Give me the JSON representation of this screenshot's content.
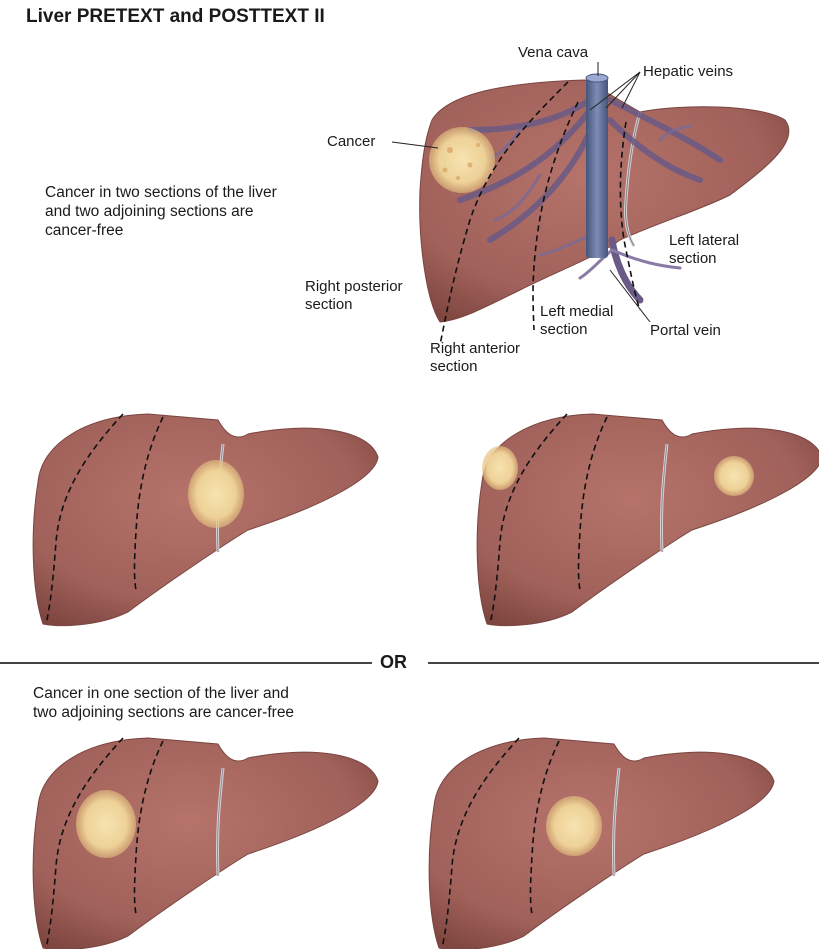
{
  "title": "Liver PRETEXT and POSTTEXT II",
  "description_top": "Cancer in two sections of the liver\nand two adjoining sections are\ncancer-free",
  "description_bottom": "Cancer in one section of the liver and\ntwo adjoining sections are cancer-free",
  "separator": "OR",
  "labels": {
    "vena_cava": "Vena cava",
    "hepatic_veins": "Hepatic veins",
    "cancer": "Cancer",
    "left_lateral": "Left lateral\nsection",
    "right_posterior": "Right posterior\nsection",
    "left_medial": "Left medial\nsection",
    "portal_vein": "Portal vein",
    "right_anterior": "Right anterior\nsection"
  },
  "colors": {
    "liver": "#a8675e",
    "liver_shadow": "#7f4640",
    "vein": "#6a5a86",
    "vena_cava": "#5a6a8e",
    "tumor": "#f0d8a0"
  }
}
